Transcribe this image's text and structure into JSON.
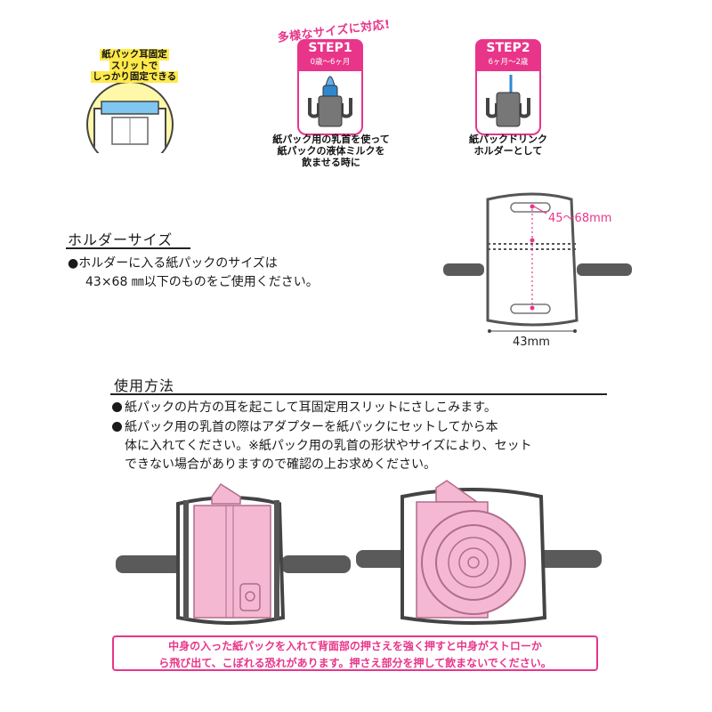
{
  "slit_badge": {
    "line1": "紙パック耳固定",
    "line2": "スリットで",
    "line3": "しっかり固定できる",
    "icon": "carton-slit-icon"
  },
  "banner": "多様なサイズに対応!",
  "steps": [
    {
      "title": "STEP1",
      "age": "0歳～6ヶ月",
      "icon": "bottle-nipple-holder-icon",
      "caption": [
        "紙パック用の乳首を使って",
        "紙パックの液体ミルクを",
        "飲ませる時に"
      ]
    },
    {
      "title": "STEP2",
      "age": "6ヶ月～2歳",
      "icon": "straw-holder-icon",
      "caption": [
        "紙パックドリンク",
        "ホルダーとして"
      ]
    }
  ],
  "holder_size": {
    "heading": "ホルダーサイズ",
    "lines": [
      "●ホルダーに入る紙パックのサイズは",
      "43×68 ㎜以下のものをご使用ください。"
    ],
    "dimension_height": "45～68mm",
    "dimension_width": "43mm"
  },
  "usage": {
    "heading": "使用方法",
    "bullets": [
      [
        "紙パックの片方の耳を起こして耳固定用スリットにさしこみます。"
      ],
      [
        "紙パック用の乳首の際はアダプターを紙パックにセットしてから本",
        "体に入れてください。※紙パック用の乳首の形状やサイズにより、セット",
        "できない場合がありますので確認の上お求めください。"
      ]
    ]
  },
  "warning": {
    "line1": "中身の入った紙パックを入れて背面部の押さえを強く押すと中身がストローか",
    "line2": "ら飛び出て、こぼれる恐れがあります。押さえ部分を押して飲まないでください。"
  },
  "colors": {
    "accent": "#e8358a",
    "pink_fill": "#f5b8d2",
    "holder_gray": "#5a5a5a",
    "badge_yellow": "#ffe94a"
  }
}
